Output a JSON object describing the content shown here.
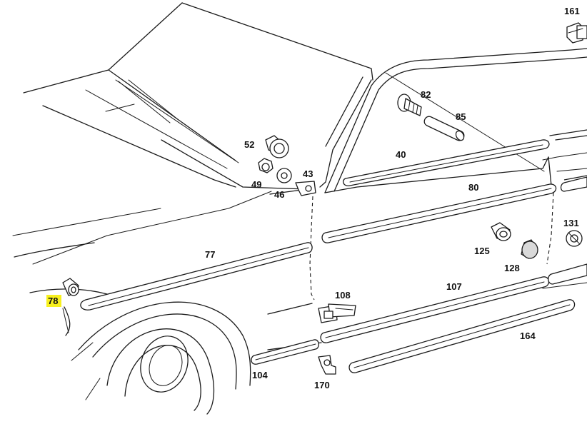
{
  "highlight_color": "#f7f01e",
  "line_color": "#1a1a1a",
  "callouts": [
    {
      "id": "161",
      "label": "161"
    },
    {
      "id": "82",
      "label": "82"
    },
    {
      "id": "85",
      "label": "85"
    },
    {
      "id": "52",
      "label": "52"
    },
    {
      "id": "40",
      "label": "40"
    },
    {
      "id": "49",
      "label": "49"
    },
    {
      "id": "46",
      "label": "46"
    },
    {
      "id": "43",
      "label": "43"
    },
    {
      "id": "80",
      "label": "80"
    },
    {
      "id": "131",
      "label": "131"
    },
    {
      "id": "77",
      "label": "77"
    },
    {
      "id": "125",
      "label": "125"
    },
    {
      "id": "128",
      "label": "128"
    },
    {
      "id": "107",
      "label": "107"
    },
    {
      "id": "78",
      "label": "78",
      "highlighted": true
    },
    {
      "id": "108",
      "label": "108"
    },
    {
      "id": "164",
      "label": "164"
    },
    {
      "id": "104",
      "label": "104"
    },
    {
      "id": "170",
      "label": "170"
    }
  ]
}
